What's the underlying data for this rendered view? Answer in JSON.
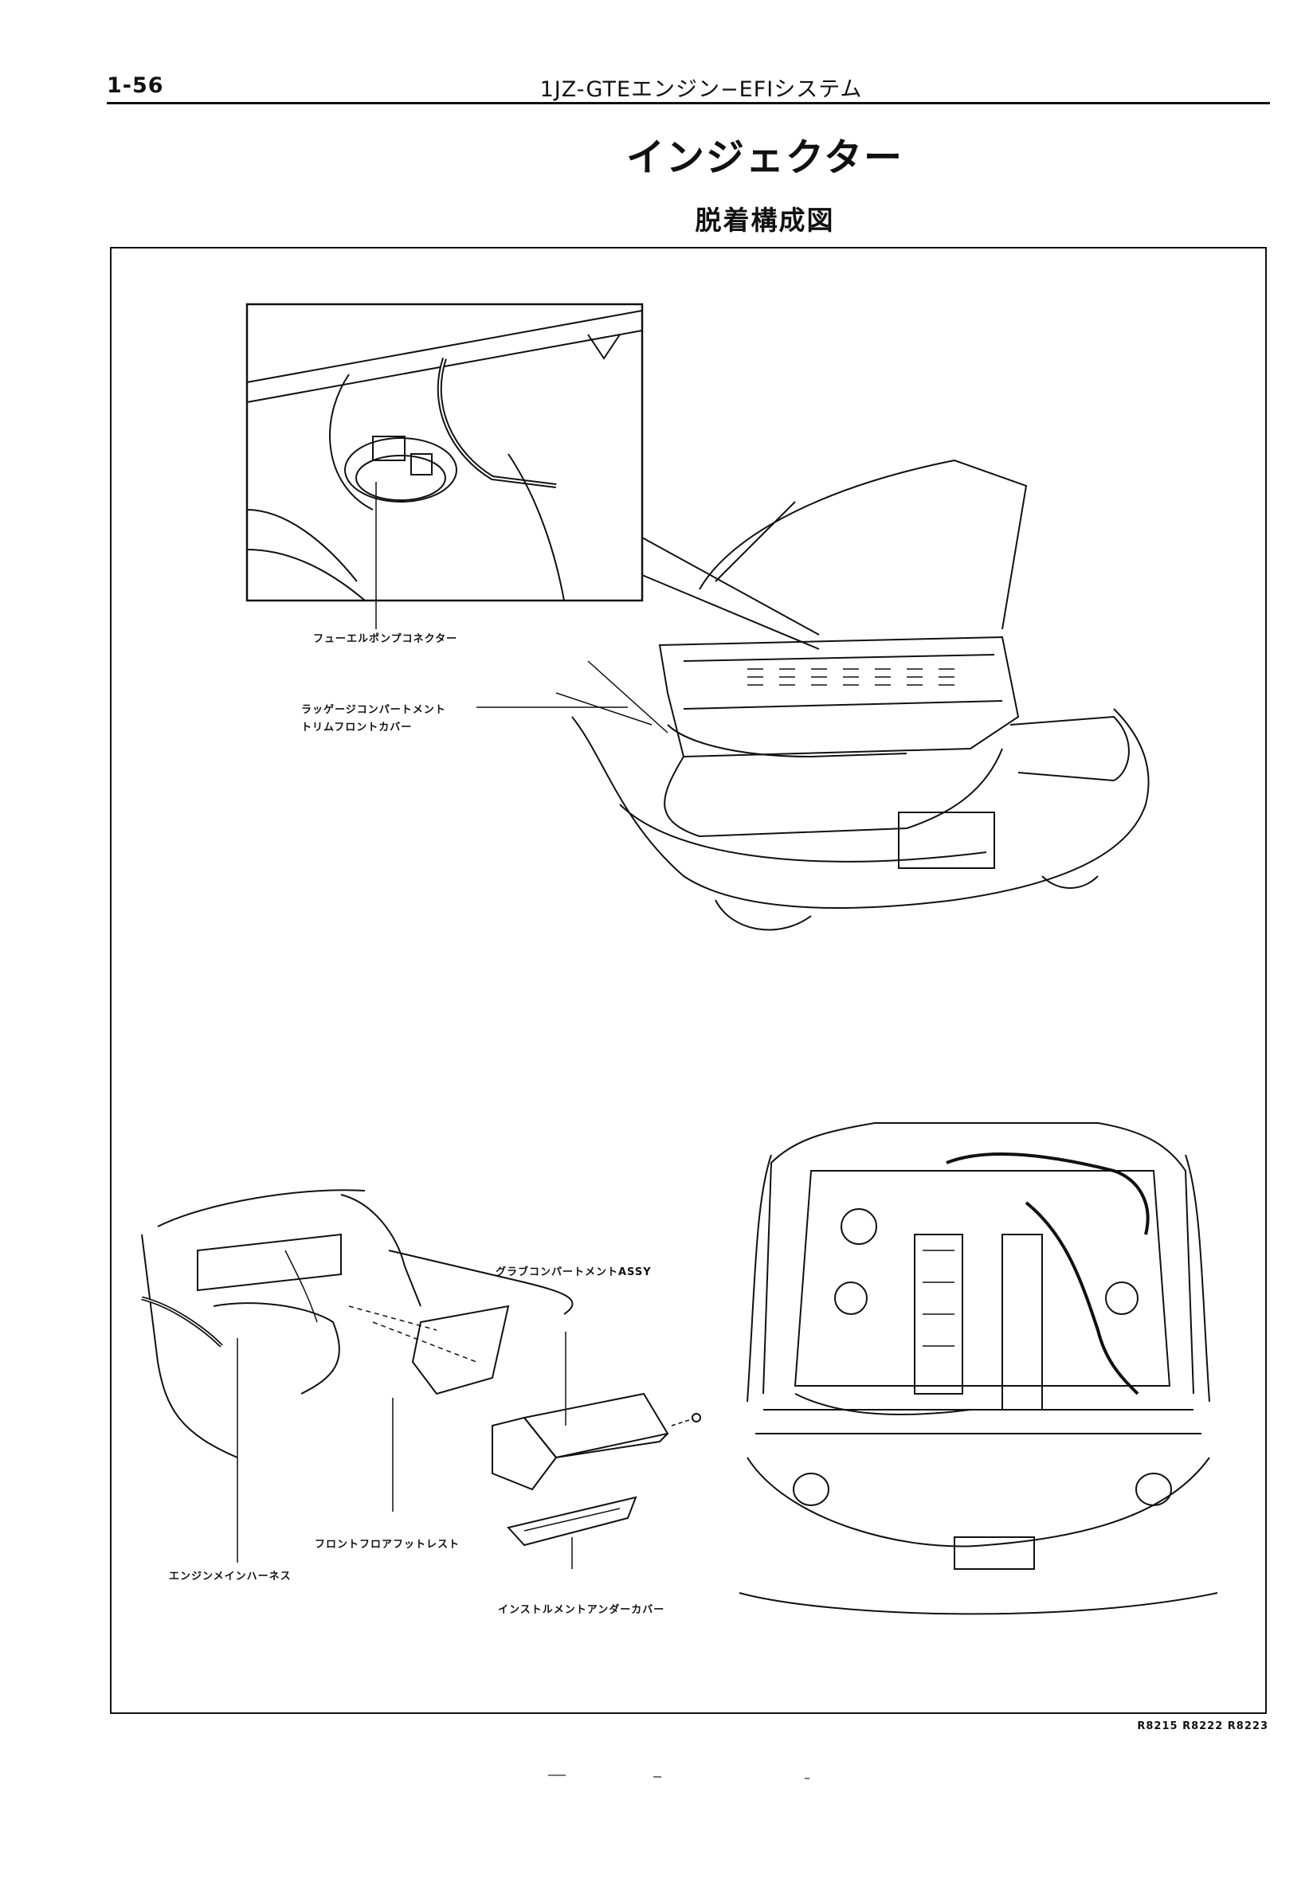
{
  "header": {
    "page_number": "1-56",
    "running_head": "1JZ-GTEエンジン−EFIシステム"
  },
  "title": "インジェクター",
  "section_title": "脱着構成図",
  "figure": {
    "labels": {
      "fuel_pump_connector": "フューエルポンプコネクター",
      "luggage_trim_line1": "ラッゲージコンパートメント",
      "luggage_trim_line2": "トリムフロントカバー",
      "glove_compartment": "グラブコンパートメントASSY",
      "front_floor_footrest": "フロントフロアフットレスト",
      "engine_main_harness": "エンジンメインハーネス",
      "instrument_under_cover": "インストルメントアンダーカバー"
    },
    "codes": "R8215   R8222   R8223"
  }
}
